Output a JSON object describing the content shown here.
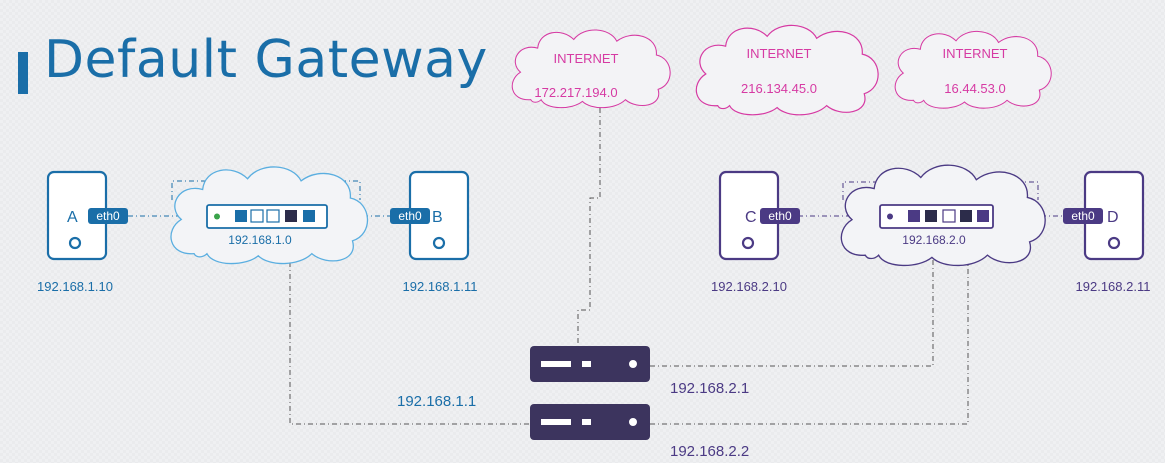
{
  "title": "Default Gateway",
  "colors": {
    "blue": "#1a6ea8",
    "purple": "#4b3a84",
    "pink": "#d63aa3",
    "lightBlueCloud": "#5aaee0",
    "dash": "#555555"
  },
  "internet_clouds": [
    {
      "label": "INTERNET",
      "ip": "172.217.194.0"
    },
    {
      "label": "INTERNET",
      "ip": "216.134.45.0"
    },
    {
      "label": "INTERNET",
      "ip": "16.44.53.0"
    }
  ],
  "networks": [
    {
      "name": "192.168.1.0",
      "color": "blue"
    },
    {
      "name": "192.168.2.0",
      "color": "purple"
    }
  ],
  "hosts": [
    {
      "id": "A",
      "nic": "eth0",
      "ip": "192.168.1.10",
      "color": "blue"
    },
    {
      "id": "B",
      "nic": "eth0",
      "ip": "192.168.1.11",
      "color": "blue"
    },
    {
      "id": "C",
      "nic": "eth0",
      "ip": "192.168.2.10",
      "color": "purple"
    },
    {
      "id": "D",
      "nic": "eth0",
      "ip": "192.168.2.11",
      "color": "purple"
    }
  ],
  "routers": [
    {
      "ip": "192.168.2.1"
    },
    {
      "ip": "192.168.2.2"
    }
  ],
  "gateway_label": "192.168.1.1"
}
